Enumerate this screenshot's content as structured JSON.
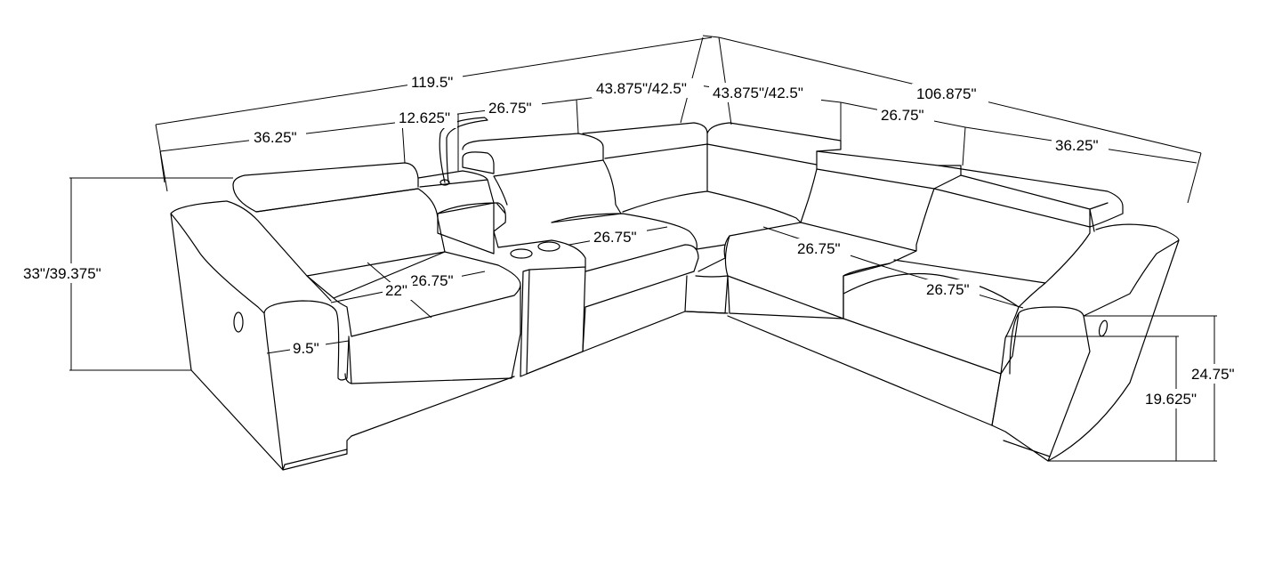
{
  "dimensions": {
    "overall_left": "119.5\"",
    "overall_right": "106.875\"",
    "left_seat_width": "36.25\"",
    "arm_console_width": "12.625\"",
    "left_recliner_width": "26.75\"",
    "left_corner_depth": "43.875\"/42.5\"",
    "right_corner_depth": "43.875\"/42.5\"",
    "right_recliner_width": "26.75\"",
    "right_seat_width": "36.25\"",
    "overall_height": "33\"/39.375\"",
    "seat_depth_left": "26.75\"",
    "seat_depth_22": "22\"",
    "arm_width": "9.5\"",
    "console_seat_depth": "26.75\"",
    "corner_seat_depth": "26.75\"",
    "right_seat_depth": "26.75\"",
    "right_arm_height": "24.75\"",
    "seat_height": "19.625\""
  }
}
